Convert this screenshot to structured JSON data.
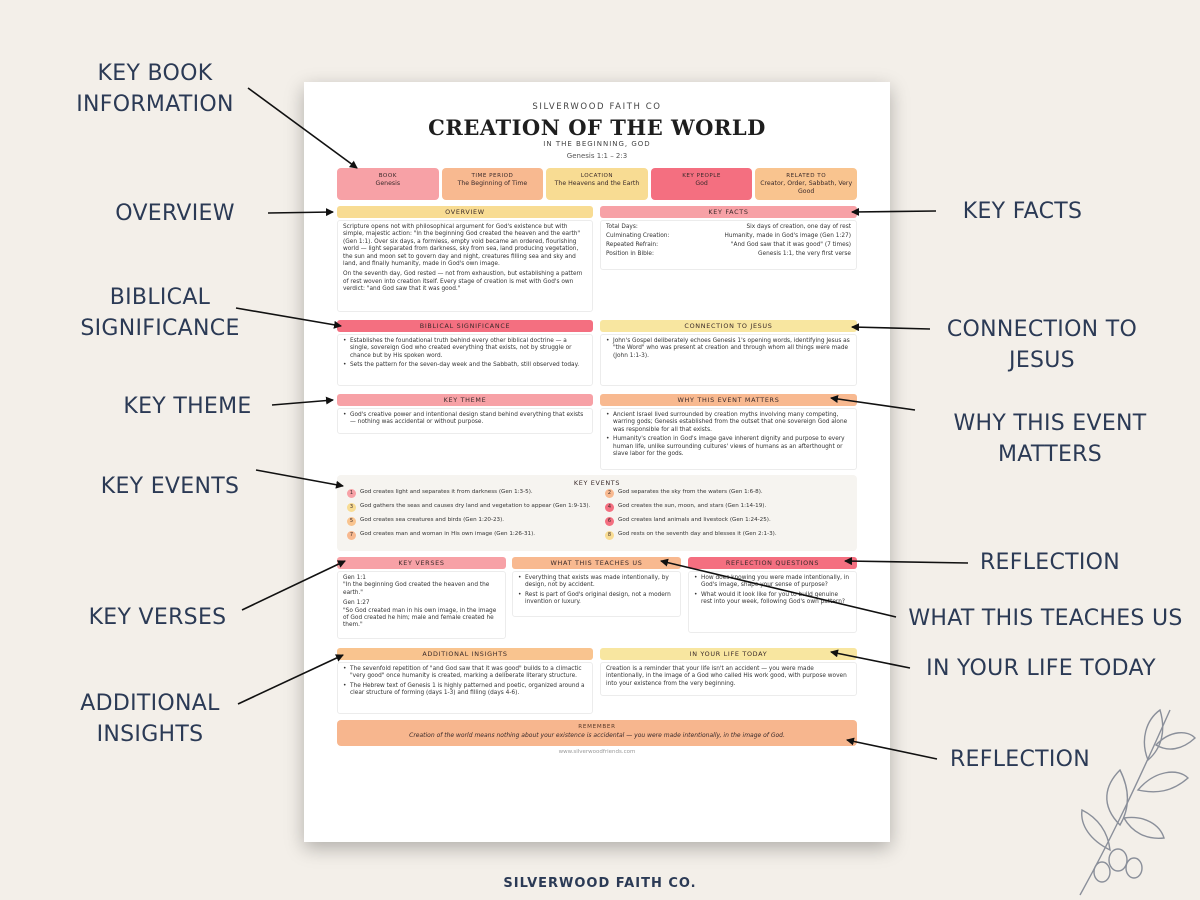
{
  "callouts": {
    "key_book_info": [
      "KEY BOOK",
      "INFORMATION"
    ],
    "overview": "OVERVIEW",
    "biblical_significance": [
      "BIBLICAL",
      "SIGNIFICANCE"
    ],
    "key_theme": "KEY THEME",
    "key_events": "KEY EVENTS",
    "key_verses": "KEY VERSES",
    "additional_insights": [
      "ADDITIONAL",
      "INSIGHTS"
    ],
    "key_facts": "KEY FACTS",
    "connection_to_jesus": [
      "CONNECTION TO",
      "JESUS"
    ],
    "why_event_matters": [
      "WHY THIS EVENT",
      "MATTERS"
    ],
    "reflection": "REFLECTION",
    "what_this_teaches": "WHAT THIS TEACHES US",
    "in_your_life": "IN YOUR LIFE TODAY",
    "reflection_bottom": "REFLECTION"
  },
  "sheet": {
    "brand": "SILVERWOOD FAITH CO",
    "title": "CREATION OF THE WORLD",
    "subtitle": "IN THE BEGINNING, GOD",
    "reference": "Genesis 1:1 – 2:3",
    "info": [
      {
        "label": "BOOK",
        "value": "Genesis",
        "color": "#f7a1a6"
      },
      {
        "label": "TIME PERIOD",
        "value": "The Beginning of Time",
        "color": "#f8b990"
      },
      {
        "label": "LOCATION",
        "value": "The Heavens and the Earth",
        "color": "#f8dc93"
      },
      {
        "label": "KEY PEOPLE",
        "value": "God",
        "color": "#f46f80"
      },
      {
        "label": "RELATED TO",
        "value": "Creator, Order, Sabbath, Very Good",
        "color": "#f9c48f"
      }
    ],
    "overview": {
      "title": "OVERVIEW",
      "paragraphs": [
        "Scripture opens not with philosophical argument for God's existence but with simple, majestic action: \"In the beginning God created the heaven and the earth\" (Gen 1:1). Over six days, a formless, empty void became an ordered, flourishing world — light separated from darkness, sky from sea, land producing vegetation, the sun and moon set to govern day and night, creatures filling sea and sky and land, and finally humanity, made in God's own image.",
        "On the seventh day, God rested — not from exhaustion, but establishing a pattern of rest woven into creation itself. Every stage of creation is met with God's own verdict: \"and God saw that it was good.\""
      ]
    },
    "key_facts": {
      "title": "KEY FACTS",
      "rows": [
        {
          "k": "Total Days:",
          "v": "Six days of creation, one day of rest"
        },
        {
          "k": "Culminating Creation:",
          "v": "Humanity, made in God's image (Gen 1:27)"
        },
        {
          "k": "Repeated Refrain:",
          "v": "\"And God saw that it was good\" (7 times)"
        },
        {
          "k": "Position in Bible:",
          "v": "Genesis 1:1, the very first verse"
        }
      ]
    },
    "biblical_significance": {
      "title": "BIBLICAL SIGNIFICANCE",
      "items": [
        "Establishes the foundational truth behind every other biblical doctrine — a single, sovereign God who created everything that exists, not by struggle or chance but by His spoken word.",
        "Sets the pattern for the seven-day week and the Sabbath, still observed today."
      ]
    },
    "connection_to_jesus": {
      "title": "CONNECTION TO JESUS",
      "items": [
        "John's Gospel deliberately echoes Genesis 1's opening words, identifying Jesus as \"the Word\" who was present at creation and through whom all things were made (John 1:1-3)."
      ]
    },
    "key_theme": {
      "title": "KEY THEME",
      "items": [
        "God's creative power and intentional design stand behind everything that exists — nothing was accidental or without purpose."
      ]
    },
    "why_matters": {
      "title": "WHY THIS EVENT MATTERS",
      "items": [
        "Ancient Israel lived surrounded by creation myths involving many competing, warring gods; Genesis established from the outset that one sovereign God alone was responsible for all that exists.",
        "Humanity's creation in God's image gave inherent dignity and purpose to every human life, unlike surrounding cultures' views of humans as an afterthought or slave labor for the gods."
      ]
    },
    "key_events": {
      "title": "KEY EVENTS",
      "items": [
        {
          "n": "1",
          "text": "God creates light and separates it from darkness (Gen 1:3-5).",
          "color": "#f7a1a6"
        },
        {
          "n": "2",
          "text": "God separates the sky from the waters (Gen 1:6-8).",
          "color": "#f8b990"
        },
        {
          "n": "3",
          "text": "God gathers the seas and causes dry land and vegetation to appear (Gen 1:9-13).",
          "color": "#f8dc93"
        },
        {
          "n": "4",
          "text": "God creates the sun, moon, and stars (Gen 1:14-19).",
          "color": "#f46f80"
        },
        {
          "n": "5",
          "text": "God creates sea creatures and birds (Gen 1:20-23).",
          "color": "#f9c48f"
        },
        {
          "n": "6",
          "text": "God creates land animals and livestock (Gen 1:24-25).",
          "color": "#f7a1a6"
        },
        {
          "n": "7",
          "text": "God creates man and woman in His own image (Gen 1:26-31).",
          "color": "#f8b990"
        },
        {
          "n": "8",
          "text": "God rests on the seventh day and blesses it (Gen 2:1-3).",
          "color": "#f8dc93"
        }
      ]
    },
    "key_verses": {
      "title": "KEY VERSES",
      "verses": [
        {
          "ref": "Gen 1:1",
          "text": "\"In the beginning God created the heaven and the earth.\""
        },
        {
          "ref": "Gen 1:27",
          "text": "\"So God created man in his own image, in the image of God created he him; male and female created he them.\""
        }
      ]
    },
    "what_teaches": {
      "title": "WHAT THIS TEACHES US",
      "items": [
        "Everything that exists was made intentionally, by design, not by accident.",
        "Rest is part of God's original design, not a modern invention or luxury."
      ]
    },
    "reflection_questions": {
      "title": "REFLECTION QUESTIONS",
      "items": [
        "How does knowing you were made intentionally, in God's image, shape your sense of purpose?",
        "What would it look like for you to build genuine rest into your week, following God's own pattern?"
      ]
    },
    "additional_insights": {
      "title": "ADDITIONAL INSIGHTS",
      "items": [
        "The sevenfold repetition of \"and God saw that it was good\" builds to a climactic \"very good\" once humanity is created, marking a deliberate literary structure.",
        "The Hebrew text of Genesis 1 is highly patterned and poetic, organized around a clear structure of forming (days 1-3) and filling (days 4-6)."
      ]
    },
    "in_your_life": {
      "title": "IN YOUR LIFE TODAY",
      "text": "Creation is a reminder that your life isn't an accident — you were made intentionally, in the image of a God who called His work good, with purpose woven into your existence from the very beginning."
    },
    "remember": {
      "label": "REMEMBER",
      "text": "Creation of the world means nothing about your existence is accidental — you were made intentionally, in the image of God."
    },
    "url": "www.silverwoodfriends.com"
  },
  "bottom_brand": "SILVERWOOD FAITH CO.",
  "colors": {
    "pink": "#f7a1a6",
    "peach": "#f8b990",
    "yellow": "#f8dc93",
    "rose": "#f46f80",
    "orange": "#f9c48f",
    "text_navy": "#2b3a55"
  }
}
